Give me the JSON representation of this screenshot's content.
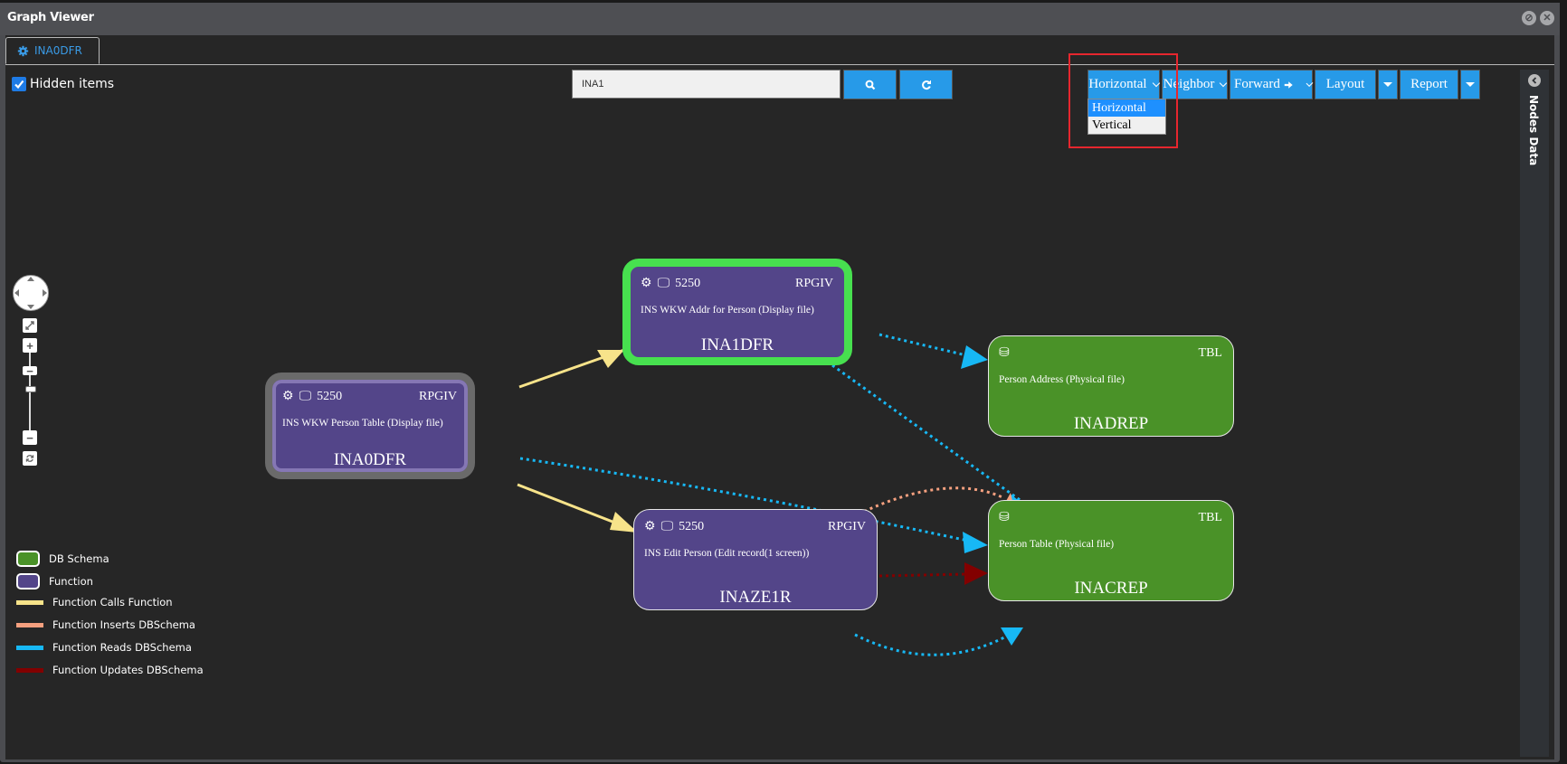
{
  "window": {
    "title": "Graph Viewer",
    "controls": [
      {
        "name": "minimize",
        "glyph": "⊘"
      },
      {
        "name": "close",
        "glyph": "✕"
      }
    ]
  },
  "tabs": [
    {
      "label": "INA0DFR",
      "icon": "gear-icon",
      "active": true
    }
  ],
  "toolbar": {
    "hidden_items": {
      "label": "Hidden items",
      "checked": true
    },
    "search": {
      "value": "INA1",
      "placeholder": ""
    },
    "search_button_icon": "search-icon",
    "refresh_button_icon": "refresh-icon",
    "orientation": {
      "selected": "Horizontal",
      "options": [
        "Horizontal",
        "Vertical"
      ],
      "highlighted": "Horizontal"
    },
    "neighbor_label": "Neighbor",
    "forward_label": "Forward",
    "layout_label": "Layout",
    "report_label": "Report"
  },
  "side_panel": {
    "label": "Nodes Data"
  },
  "nav": {
    "pan": "pan-control",
    "fit": "fit-icon",
    "zoom_in": "+",
    "zoom_out": "−",
    "zoom_out2": "−",
    "reset": "reset-icon"
  },
  "graph": {
    "nodes": [
      {
        "id": "INA0DFR",
        "kind": "function",
        "count": "5250",
        "lang": "RPGIV",
        "desc": "INS WKW Person Table (Display file)",
        "state": "selected-root"
      },
      {
        "id": "INA1DFR",
        "kind": "function",
        "count": "5250",
        "lang": "RPGIV",
        "desc": "INS WKW Addr for Person (Display file)",
        "state": "search-match"
      },
      {
        "id": "INAZE1R",
        "kind": "function",
        "count": "5250",
        "lang": "RPGIV",
        "desc": "INS Edit Person (Edit record(1 screen))",
        "state": "normal"
      },
      {
        "id": "INADREP",
        "kind": "db",
        "lang": "TBL",
        "desc": "Person Address (Physical file)",
        "state": "normal"
      },
      {
        "id": "INACREP",
        "kind": "db",
        "lang": "TBL",
        "desc": "Person Table (Physical file)",
        "state": "normal"
      }
    ],
    "edges": [
      {
        "from": "INA0DFR",
        "to": "INA1DFR",
        "type": "calls"
      },
      {
        "from": "INA0DFR",
        "to": "INAZE1R",
        "type": "calls"
      },
      {
        "from": "INA0DFR",
        "to": "INACREP",
        "type": "reads"
      },
      {
        "from": "INA1DFR",
        "to": "INADREP",
        "type": "reads"
      },
      {
        "from": "INA1DFR",
        "to": "INACREP",
        "type": "reads"
      },
      {
        "from": "INAZE1R",
        "to": "INACREP",
        "type": "inserts"
      },
      {
        "from": "INAZE1R",
        "to": "INACREP",
        "type": "updates"
      },
      {
        "from": "INAZE1R",
        "to": "INACREP",
        "type": "reads"
      }
    ]
  },
  "legend": [
    {
      "label": "DB Schema",
      "kind": "box",
      "color": "#4a9228"
    },
    {
      "label": "Function",
      "kind": "box",
      "color": "#534589"
    },
    {
      "label": "Function Calls Function",
      "kind": "line",
      "color": "#f7e38a"
    },
    {
      "label": "Function Inserts DBSchema",
      "kind": "line",
      "color": "#f5a07f"
    },
    {
      "label": "Function Reads DBSchema",
      "kind": "line",
      "color": "#17b8f5"
    },
    {
      "label": "Function Updates DBSchema",
      "kind": "line",
      "color": "#820000"
    }
  ],
  "colors": {
    "accent": "#279ae8",
    "search_match_border": "#47e04f",
    "root_border": "#6a6a6a",
    "highlight_box": "#e6262e"
  }
}
